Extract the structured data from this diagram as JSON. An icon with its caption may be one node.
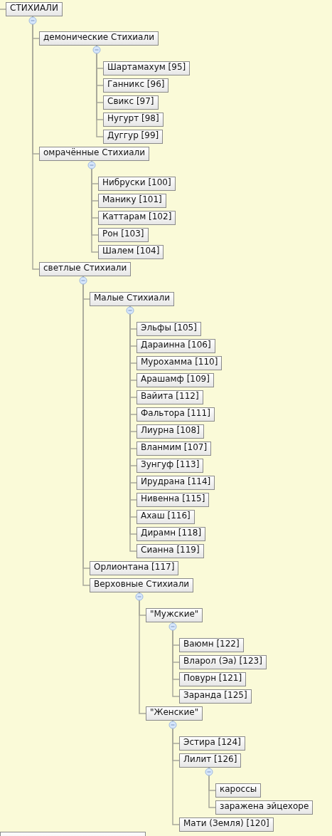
{
  "diagram": {
    "nodes": [
      {
        "text": [
          "СТИХИАЛИ"
        ]
      },
      {
        "text": [
          "демонические Стихиали"
        ]
      },
      {
        "text": [
          "Шартамахум [95]"
        ]
      },
      {
        "text": [
          "Ганникс [96]"
        ]
      },
      {
        "text": [
          "Свикс [97]"
        ]
      },
      {
        "text": [
          "Нугурт [98]"
        ]
      },
      {
        "text": [
          "Дуггур [99]"
        ]
      },
      {
        "text": [
          "омрачённые Стихиали"
        ]
      },
      {
        "text": [
          "Нибруски [100]"
        ]
      },
      {
        "text": [
          "Манику [101]"
        ]
      },
      {
        "text": [
          "Каттарам [102]"
        ]
      },
      {
        "text": [
          "Рон [103]"
        ]
      },
      {
        "text": [
          "Шалем [104]"
        ]
      },
      {
        "text": [
          "светлые Стихиали"
        ]
      },
      {
        "text": [
          "Малые Стихиали"
        ]
      },
      {
        "text": [
          "Эльфы [105]"
        ]
      },
      {
        "text": [
          "Дараинна [106]"
        ]
      },
      {
        "text": [
          "Мурохамма [110]"
        ]
      },
      {
        "text": [
          "Арашамф [109]"
        ]
      },
      {
        "text": [
          "Вайита [112]"
        ]
      },
      {
        "text": [
          "Фальтора [111]"
        ]
      },
      {
        "text": [
          "Лиурна [108]"
        ]
      },
      {
        "text": [
          "Вланмим [107]"
        ]
      },
      {
        "text": [
          "Зунгуф [113]"
        ]
      },
      {
        "text": [
          "Ирудрана [114]"
        ]
      },
      {
        "text": [
          "Нивенна [115]"
        ]
      },
      {
        "text": [
          "Ахаш [116]"
        ]
      },
      {
        "text": [
          "Дирамн [118]"
        ]
      },
      {
        "text": [
          "Сианна [119]"
        ]
      },
      {
        "text": [
          "Орлионтана [117]"
        ]
      },
      {
        "text": [
          "Верховные Стихиали"
        ]
      },
      {
        "text": [
          "\"Мужские\""
        ]
      },
      {
        "text": [
          "Ваюмн [122]"
        ]
      },
      {
        "text": [
          "Вларол (Эа) [123]"
        ]
      },
      {
        "text": [
          "Повурн [121]"
        ]
      },
      {
        "text": [
          "Заранда [125]"
        ]
      },
      {
        "text": [
          "\"Женские\""
        ]
      },
      {
        "text": [
          "Эстира [124]"
        ]
      },
      {
        "text": [
          "Лилит [126]"
        ]
      },
      {
        "text": [
          "кароссы"
        ]
      },
      {
        "text": [
          "заражена эйцехоре"
        ]
      },
      {
        "text": [
          "Мати (Земля) [120]"
        ]
      },
      {
        "text": [],
        "shape": "box"
      }
    ],
    "edges": [
      {
        "from": null,
        "to": 0,
        "arrow": "none"
      },
      {
        "from": 0,
        "to": 1,
        "arrow": "none"
      },
      {
        "from": 1,
        "to": 2,
        "arrow": "none"
      },
      {
        "from": 1,
        "to": 3,
        "arrow": "none"
      },
      {
        "from": 1,
        "to": 4,
        "arrow": "none"
      },
      {
        "from": 1,
        "to": 5,
        "arrow": "none"
      },
      {
        "from": 1,
        "to": 6,
        "arrow": "none"
      },
      {
        "from": 0,
        "to": 7,
        "arrow": "none"
      },
      {
        "from": 7,
        "to": 8,
        "arrow": "none"
      },
      {
        "from": 7,
        "to": 9,
        "arrow": "none"
      },
      {
        "from": 7,
        "to": 10,
        "arrow": "none"
      },
      {
        "from": 7,
        "to": 11,
        "arrow": "none"
      },
      {
        "from": 7,
        "to": 12,
        "arrow": "none"
      },
      {
        "from": 0,
        "to": 13,
        "arrow": "none"
      },
      {
        "from": 13,
        "to": 14,
        "arrow": "none"
      },
      {
        "from": 14,
        "to": 15,
        "arrow": "none"
      },
      {
        "from": 14,
        "to": 16,
        "arrow": "none"
      },
      {
        "from": 14,
        "to": 17,
        "arrow": "none"
      },
      {
        "from": 14,
        "to": 18,
        "arrow": "none"
      },
      {
        "from": 14,
        "to": 19,
        "arrow": "none"
      },
      {
        "from": 14,
        "to": 20,
        "arrow": "none"
      },
      {
        "from": 14,
        "to": 21,
        "arrow": "none"
      },
      {
        "from": 14,
        "to": 22,
        "arrow": "none"
      },
      {
        "from": 14,
        "to": 23,
        "arrow": "none"
      },
      {
        "from": 14,
        "to": 24,
        "arrow": "none"
      },
      {
        "from": 14,
        "to": 25,
        "arrow": "none"
      },
      {
        "from": 14,
        "to": 26,
        "arrow": "none"
      },
      {
        "from": 14,
        "to": 27,
        "arrow": "none"
      },
      {
        "from": 14,
        "to": 28,
        "arrow": "none"
      },
      {
        "from": 13,
        "to": 29,
        "arrow": "none"
      },
      {
        "from": 13,
        "to": 30,
        "arrow": "none"
      },
      {
        "from": 30,
        "to": 31,
        "arrow": "none"
      },
      {
        "from": 31,
        "to": 32,
        "arrow": "none"
      },
      {
        "from": 31,
        "to": 33,
        "arrow": "none"
      },
      {
        "from": 31,
        "to": 34,
        "arrow": "none"
      },
      {
        "from": 31,
        "to": 35,
        "arrow": "none"
      },
      {
        "from": 30,
        "to": 36,
        "arrow": "none"
      },
      {
        "from": 36,
        "to": 37,
        "arrow": "none"
      },
      {
        "from": 36,
        "to": 38,
        "arrow": "none"
      },
      {
        "from": 38,
        "to": 39,
        "arrow": "none"
      },
      {
        "from": 38,
        "to": 40,
        "arrow": "none"
      },
      {
        "from": 36,
        "to": 41,
        "arrow": "none"
      }
    ]
  }
}
